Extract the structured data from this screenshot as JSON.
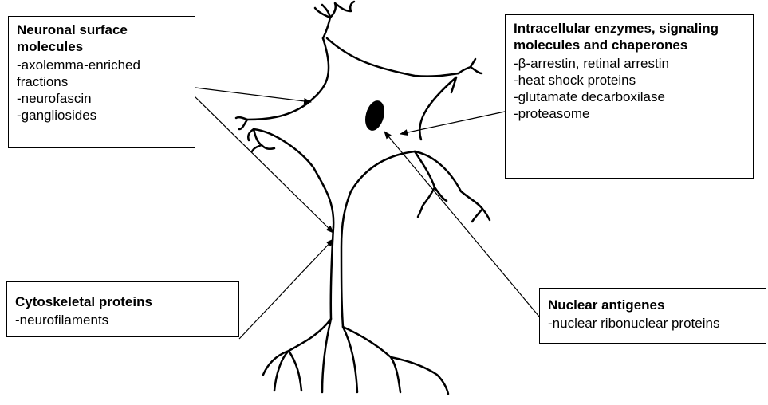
{
  "boxes": {
    "surface": {
      "title": "Neuronal surface molecules",
      "items": [
        "-axolemma-enriched fractions",
        "-neurofascin",
        "-gangliosides"
      ]
    },
    "enzymes": {
      "title": "Intracellular enzymes, signaling molecules and chaperones",
      "items": [
        "-β-arrestin, retinal arrestin",
        "-heat shock proteins",
        "-glutamate decarboxilase",
        "-proteasome"
      ]
    },
    "cytoskeletal": {
      "title": "Cytoskeletal proteins",
      "items": [
        "-neurofilaments"
      ]
    },
    "nuclear": {
      "title": "Nuclear antigenes",
      "items": [
        "-nuclear ribonuclear proteins"
      ]
    }
  }
}
